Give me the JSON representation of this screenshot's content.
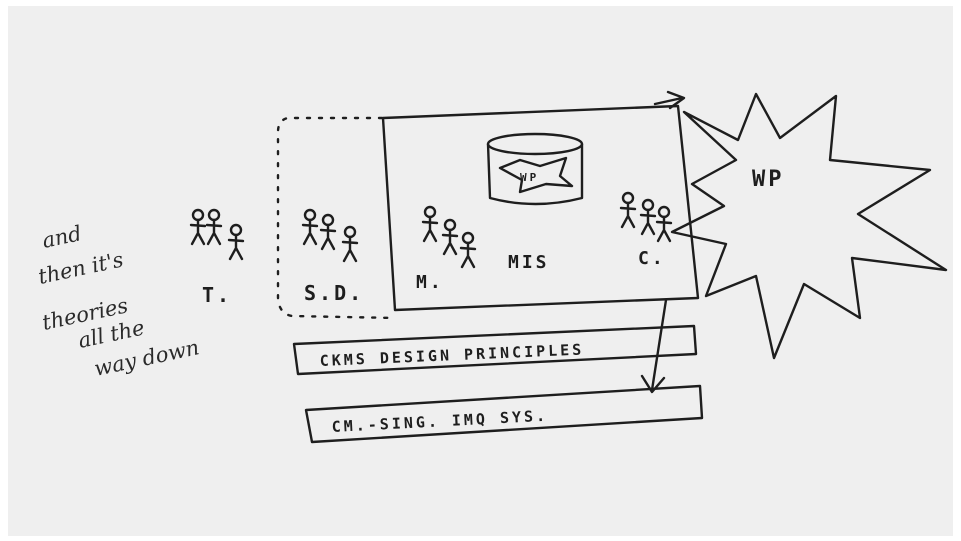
{
  "handwritten_note": [
    "and",
    "then it's",
    "theories",
    "all the",
    "way down"
  ],
  "labels": {
    "group_t": "T.",
    "group_sd": "S.D.",
    "group_m": "M.",
    "group_mis": "MIS",
    "group_c": "C.",
    "db_label": "WP",
    "star_label": "WP"
  },
  "bars": {
    "design_principles": "CKMS DESIGN PRINCIPLES",
    "cm_sys": "CM.-SING. IMQ SYS."
  },
  "colors": {
    "ink": "#1e1e1e",
    "paper": "#efefef"
  }
}
